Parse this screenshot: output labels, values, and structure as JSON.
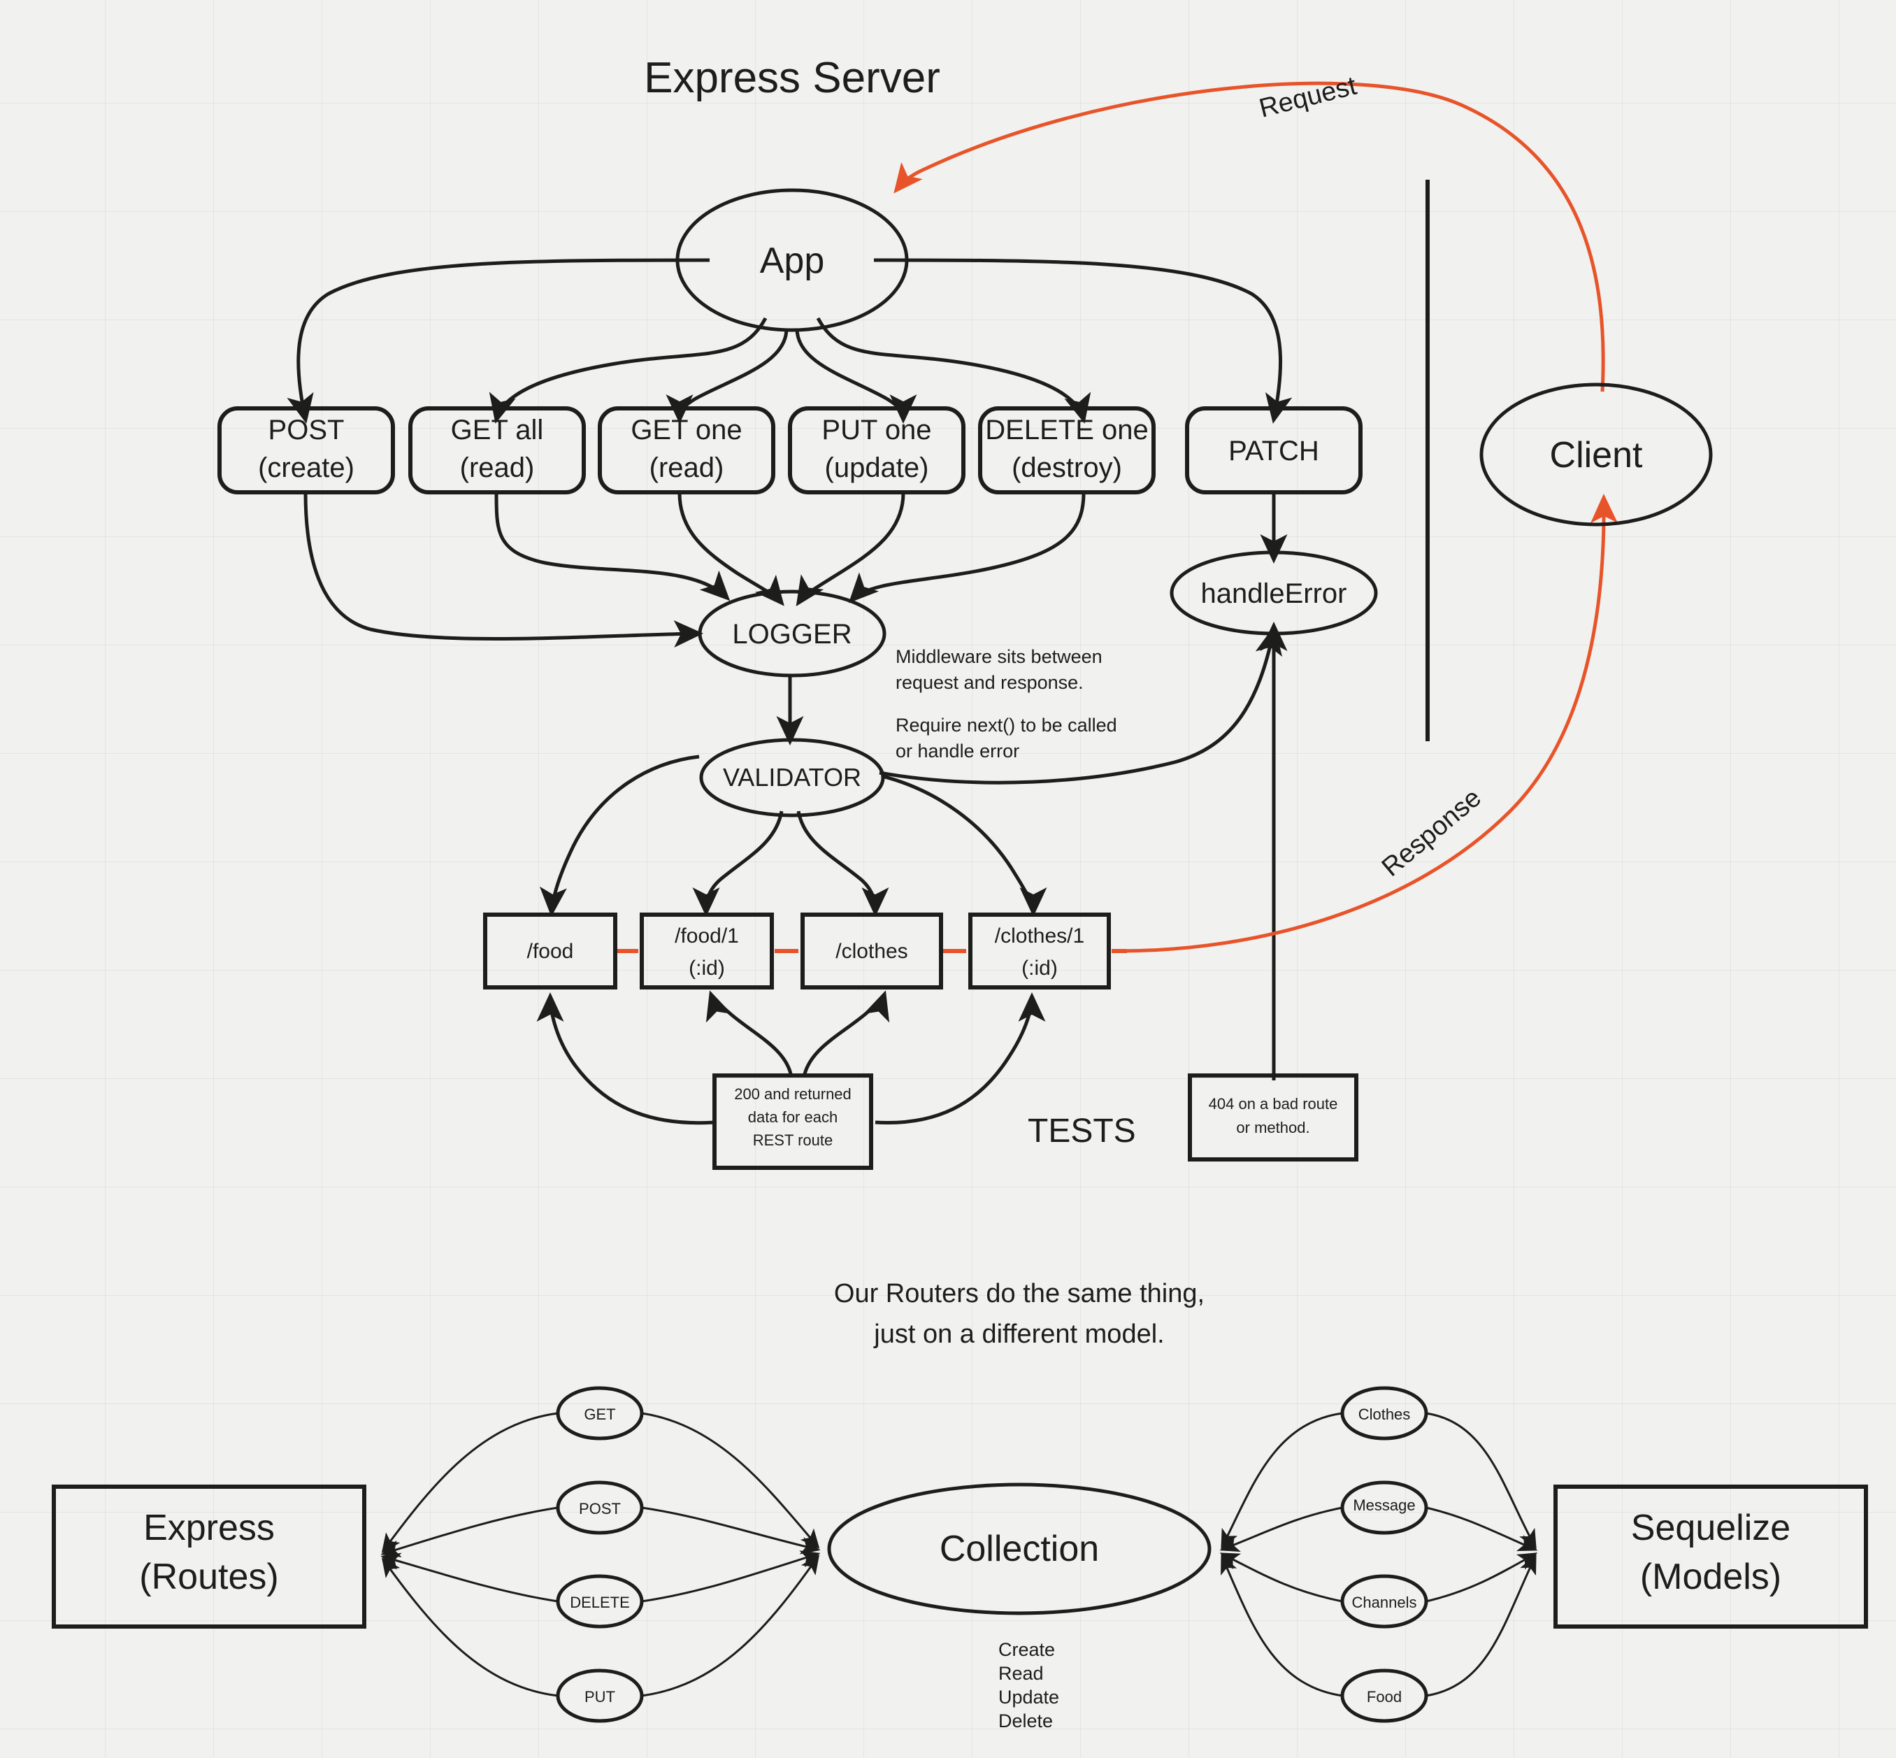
{
  "diagram": {
    "title": "Express Server",
    "subtitle_caption": "Our Routers do the same thing,\njust on a different model.",
    "tests_label": "TESTS",
    "colors": {
      "background": "#f1f1f0",
      "grid_line": "#e4e4e3",
      "ink": "#1d1d1b",
      "accent_orange": "#e8542a"
    }
  },
  "top_section": {
    "app_node": "App",
    "client_node": "Client",
    "request_label": "Request",
    "response_label": "Response",
    "method_boxes": [
      {
        "line1": "POST",
        "line2": "(create)"
      },
      {
        "line1": "GET all",
        "line2": "(read)"
      },
      {
        "line1": "GET one",
        "line2": "(read)"
      },
      {
        "line1": "PUT one",
        "line2": "(update)"
      },
      {
        "line1": "DELETE one",
        "line2": "(destroy)"
      },
      {
        "line1": "PATCH",
        "line2": ""
      }
    ],
    "middleware": {
      "logger": "LOGGER",
      "validator": "VALIDATOR",
      "handle_error": "handleError"
    },
    "middleware_note": {
      "line1": "Middleware sits between",
      "line2": "request and response.",
      "line3": "Require next() to be called",
      "line4": "or handle error"
    },
    "route_boxes": [
      {
        "line1": "/food",
        "line2": ""
      },
      {
        "line1": "/food/1",
        "line2": "(:id)"
      },
      {
        "line1": "/clothes",
        "line2": ""
      },
      {
        "line1": "/clothes/1",
        "line2": "(:id)"
      }
    ],
    "test_note": {
      "line1": "200 and returned",
      "line2": "data for each",
      "line3": "REST route"
    },
    "error_note": {
      "line1": "404 on a bad route",
      "line2": "or method."
    }
  },
  "bottom_section": {
    "left_box": {
      "line1": "Express",
      "line2": "(Routes)"
    },
    "center_node": "Collection",
    "right_box": {
      "line1": "Sequelize",
      "line2": "(Models)"
    },
    "verb_nodes": [
      "GET",
      "POST",
      "DELETE",
      "PUT"
    ],
    "model_nodes": [
      "Clothes",
      "Message",
      "Channels",
      "Food"
    ],
    "crud_list": [
      "Create",
      "Read",
      "Update",
      "Delete"
    ]
  }
}
